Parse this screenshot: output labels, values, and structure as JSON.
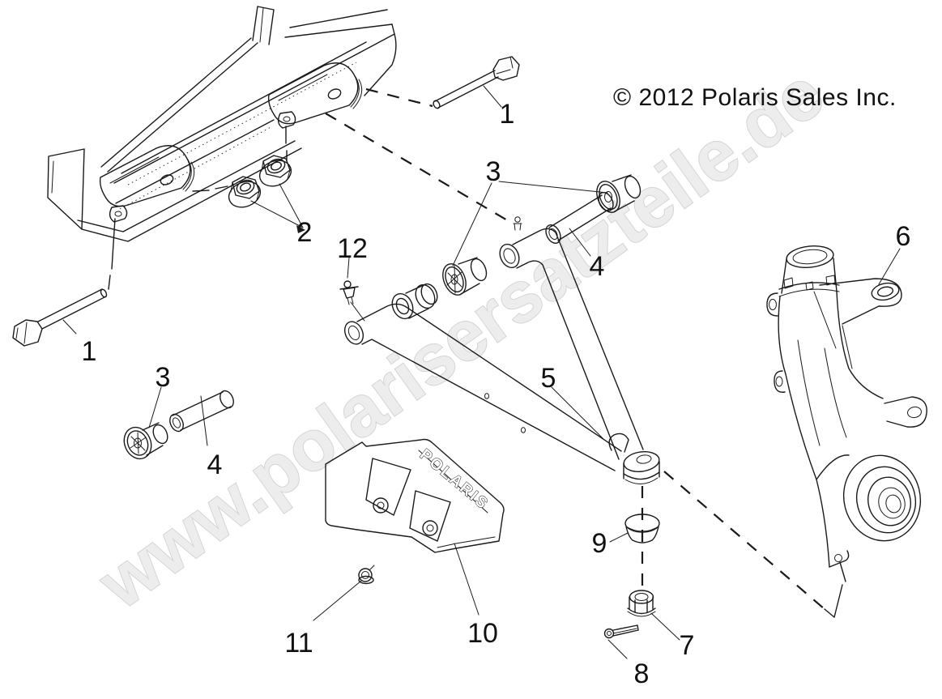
{
  "diagram": {
    "copyright": "© 2012 Polaris Sales Inc.",
    "watermark": "www.polarisersatzteile.de",
    "guard_logo": "POLARIS",
    "colors": {
      "line": "#1a1a1a",
      "label": "#111111",
      "watermark_fill": "#ededed",
      "watermark_outline": "#d4d4d4",
      "background": "#ffffff"
    },
    "callouts": {
      "bolt_top": "1",
      "bolt_left": "1",
      "nuts": "2",
      "bushings_top": "3",
      "bushing_left": "3",
      "spacer_left": "4",
      "spacer_right": "4",
      "control_arm": "5",
      "knuckle": "6",
      "castle_nut": "7",
      "cotter_pin": "8",
      "ball_joint_cap": "9",
      "guard": "10",
      "guard_nut": "11",
      "grease_fitting": "12"
    }
  }
}
